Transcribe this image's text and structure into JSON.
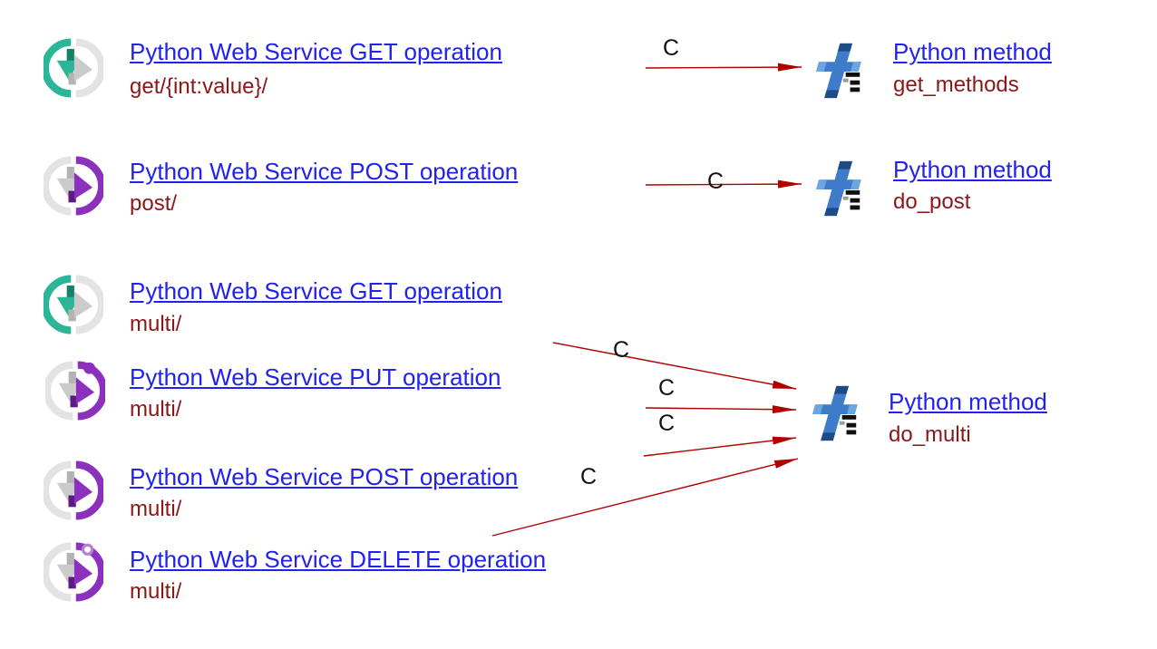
{
  "diagram": {
    "left_nodes": [
      {
        "type": "Python Web Service GET operation",
        "title": "Python Web Service GET operation",
        "subtitle": "get/{int:value}/",
        "icon": "web-service-get-icon"
      },
      {
        "type": "Python Web Service POST operation",
        "title": "Python Web Service POST operation",
        "subtitle": "post/",
        "icon": "web-service-post-icon"
      },
      {
        "type": "Python Web Service GET operation",
        "title": "Python Web Service GET operation",
        "subtitle": "multi/",
        "icon": "web-service-get-icon"
      },
      {
        "type": "Python Web Service PUT operation",
        "title": "Python Web Service PUT operation",
        "subtitle": "multi/",
        "icon": "web-service-put-icon"
      },
      {
        "type": "Python Web Service POST operation",
        "title": "Python Web Service POST operation",
        "subtitle": "multi/",
        "icon": "web-service-post-icon"
      },
      {
        "type": "Python Web Service DELETE operation",
        "title": "Python Web Service DELETE operation",
        "subtitle": "multi/",
        "icon": "web-service-delete-icon"
      }
    ],
    "right_nodes": [
      {
        "type": "Python method",
        "title": "Python method",
        "subtitle": "get_methods",
        "icon": "python-function-icon"
      },
      {
        "type": "Python method",
        "title": "Python method",
        "subtitle": "do_post",
        "icon": "python-function-icon"
      },
      {
        "type": "Python method",
        "title": "Python method",
        "subtitle": "do_multi",
        "icon": "python-function-icon"
      }
    ],
    "edges": [
      {
        "label": "C",
        "from_left_index": 0,
        "to_right_index": 0
      },
      {
        "label": "C",
        "from_left_index": 1,
        "to_right_index": 1
      },
      {
        "label": "C",
        "from_left_index": 2,
        "to_right_index": 2
      },
      {
        "label": "C",
        "from_left_index": 3,
        "to_right_index": 2
      },
      {
        "label": "C",
        "from_left_index": 4,
        "to_right_index": 2
      },
      {
        "label": "C",
        "from_left_index": 5,
        "to_right_index": 2
      }
    ],
    "colors": {
      "link_blue": "#2222ee",
      "entity_dark_red": "#8b1717",
      "edge_red": "#b00000",
      "teal": "#2bb697",
      "purple": "#8c31be",
      "function_blue": "#3e7cc9"
    }
  }
}
